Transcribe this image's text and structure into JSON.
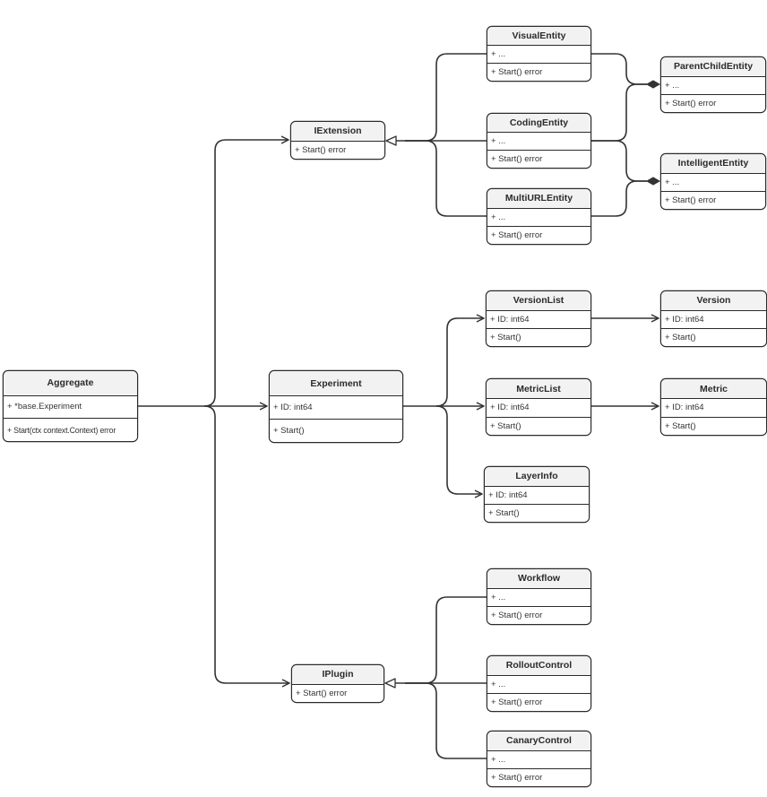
{
  "diagram": {
    "type": "uml-class-diagram",
    "colors": {
      "background": "#ffffff",
      "box_border": "#2b2b2b",
      "header_fill": "#f2f2f2",
      "body_fill": "#ffffff",
      "line": "#333333",
      "text": "#2b2b2b"
    },
    "classes": {
      "aggregate": {
        "name": "Aggregate",
        "members": [
          "+ *base.Experiment",
          "+ Start(ctx context.Context) error"
        ]
      },
      "iextension": {
        "name": "IExtension",
        "members": [
          "+ Start() error"
        ]
      },
      "experiment": {
        "name": "Experiment",
        "members": [
          "+ ID: int64",
          "+ Start()"
        ]
      },
      "iplugin": {
        "name": "IPlugin",
        "members": [
          "+ Start() error"
        ]
      },
      "visualentity": {
        "name": "VisualEntity",
        "members": [
          "+ ...",
          "+ Start() error"
        ]
      },
      "codingentity": {
        "name": "CodingEntity",
        "members": [
          "+ ...",
          "+ Start() error"
        ]
      },
      "multiurlentity": {
        "name": "MultiURLEntity",
        "members": [
          "+ ...",
          "+ Start() error"
        ]
      },
      "parentchildentity": {
        "name": "ParentChildEntity",
        "members": [
          "+ ...",
          "+ Start() error"
        ]
      },
      "intelligententity": {
        "name": "IntelligentEntity",
        "members": [
          "+ ...",
          "+ Start() error"
        ]
      },
      "versionlist": {
        "name": "VersionList",
        "members": [
          "+ ID: int64",
          "+ Start()"
        ]
      },
      "version": {
        "name": "Version",
        "members": [
          "+ ID: int64",
          "+ Start()"
        ]
      },
      "metriclist": {
        "name": "MetricList",
        "members": [
          "+ ID: int64",
          "+ Start()"
        ]
      },
      "metric": {
        "name": "Metric",
        "members": [
          "+ ID: int64",
          "+ Start()"
        ]
      },
      "layerinfo": {
        "name": "LayerInfo",
        "members": [
          "+ ID: int64",
          "+ Start()"
        ]
      },
      "workflow": {
        "name": "Workflow",
        "members": [
          "+ ...",
          "+ Start() error"
        ]
      },
      "rolloutcontrol": {
        "name": "RolloutControl",
        "members": [
          "+ ...",
          "+ Start() error"
        ]
      },
      "canarycontrol": {
        "name": "CanaryControl",
        "members": [
          "+ ...",
          "+ Start() error"
        ]
      }
    },
    "relationships": [
      {
        "from": "Aggregate",
        "to": "IExtension",
        "type": "arrow"
      },
      {
        "from": "Aggregate",
        "to": "Experiment",
        "type": "arrow"
      },
      {
        "from": "Aggregate",
        "to": "IPlugin",
        "type": "arrow"
      },
      {
        "from": "VisualEntity",
        "to": "IExtension",
        "type": "realization"
      },
      {
        "from": "CodingEntity",
        "to": "IExtension",
        "type": "realization"
      },
      {
        "from": "MultiURLEntity",
        "to": "IExtension",
        "type": "realization"
      },
      {
        "from": "VisualEntity",
        "to": "ParentChildEntity",
        "type": "composition"
      },
      {
        "from": "CodingEntity",
        "to": "ParentChildEntity",
        "type": "composition"
      },
      {
        "from": "CodingEntity",
        "to": "IntelligentEntity",
        "type": "composition"
      },
      {
        "from": "MultiURLEntity",
        "to": "IntelligentEntity",
        "type": "composition"
      },
      {
        "from": "Experiment",
        "to": "VersionList",
        "type": "arrow"
      },
      {
        "from": "Experiment",
        "to": "MetricList",
        "type": "arrow"
      },
      {
        "from": "Experiment",
        "to": "LayerInfo",
        "type": "arrow"
      },
      {
        "from": "VersionList",
        "to": "Version",
        "type": "arrow"
      },
      {
        "from": "MetricList",
        "to": "Metric",
        "type": "arrow"
      },
      {
        "from": "Workflow",
        "to": "IPlugin",
        "type": "realization"
      },
      {
        "from": "RolloutControl",
        "to": "IPlugin",
        "type": "realization"
      },
      {
        "from": "CanaryControl",
        "to": "IPlugin",
        "type": "realization"
      }
    ]
  }
}
